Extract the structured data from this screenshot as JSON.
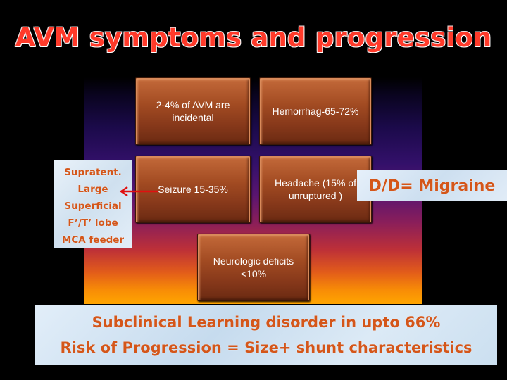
{
  "slide": {
    "title": "AVM symptoms and progression"
  },
  "diagram": {
    "boxes": [
      {
        "text": "2-4% of AVM are\nincidental"
      },
      {
        "text": "Hemorrhag-65-72%"
      },
      {
        "text": "Seizure 15-35%"
      },
      {
        "text": "Headache (15% of\nunruptured )"
      },
      {
        "text": "Neurologic deficits\n<10%"
      }
    ]
  },
  "seizure_note": {
    "lines": [
      "Supratent.",
      "Large",
      "Superficial",
      "F’/T’ lobe",
      "MCA feeder"
    ]
  },
  "headache_note": {
    "text": "D/D= Migraine"
  },
  "summary": {
    "line1": "Subclinical Learning disorder in upto 66%",
    "line2": "Risk of Progression = Size+ shunt characteristics"
  },
  "colors": {
    "title": "#ff3a2a",
    "callout_text": "#d4561a",
    "arrow": "#e01010"
  }
}
